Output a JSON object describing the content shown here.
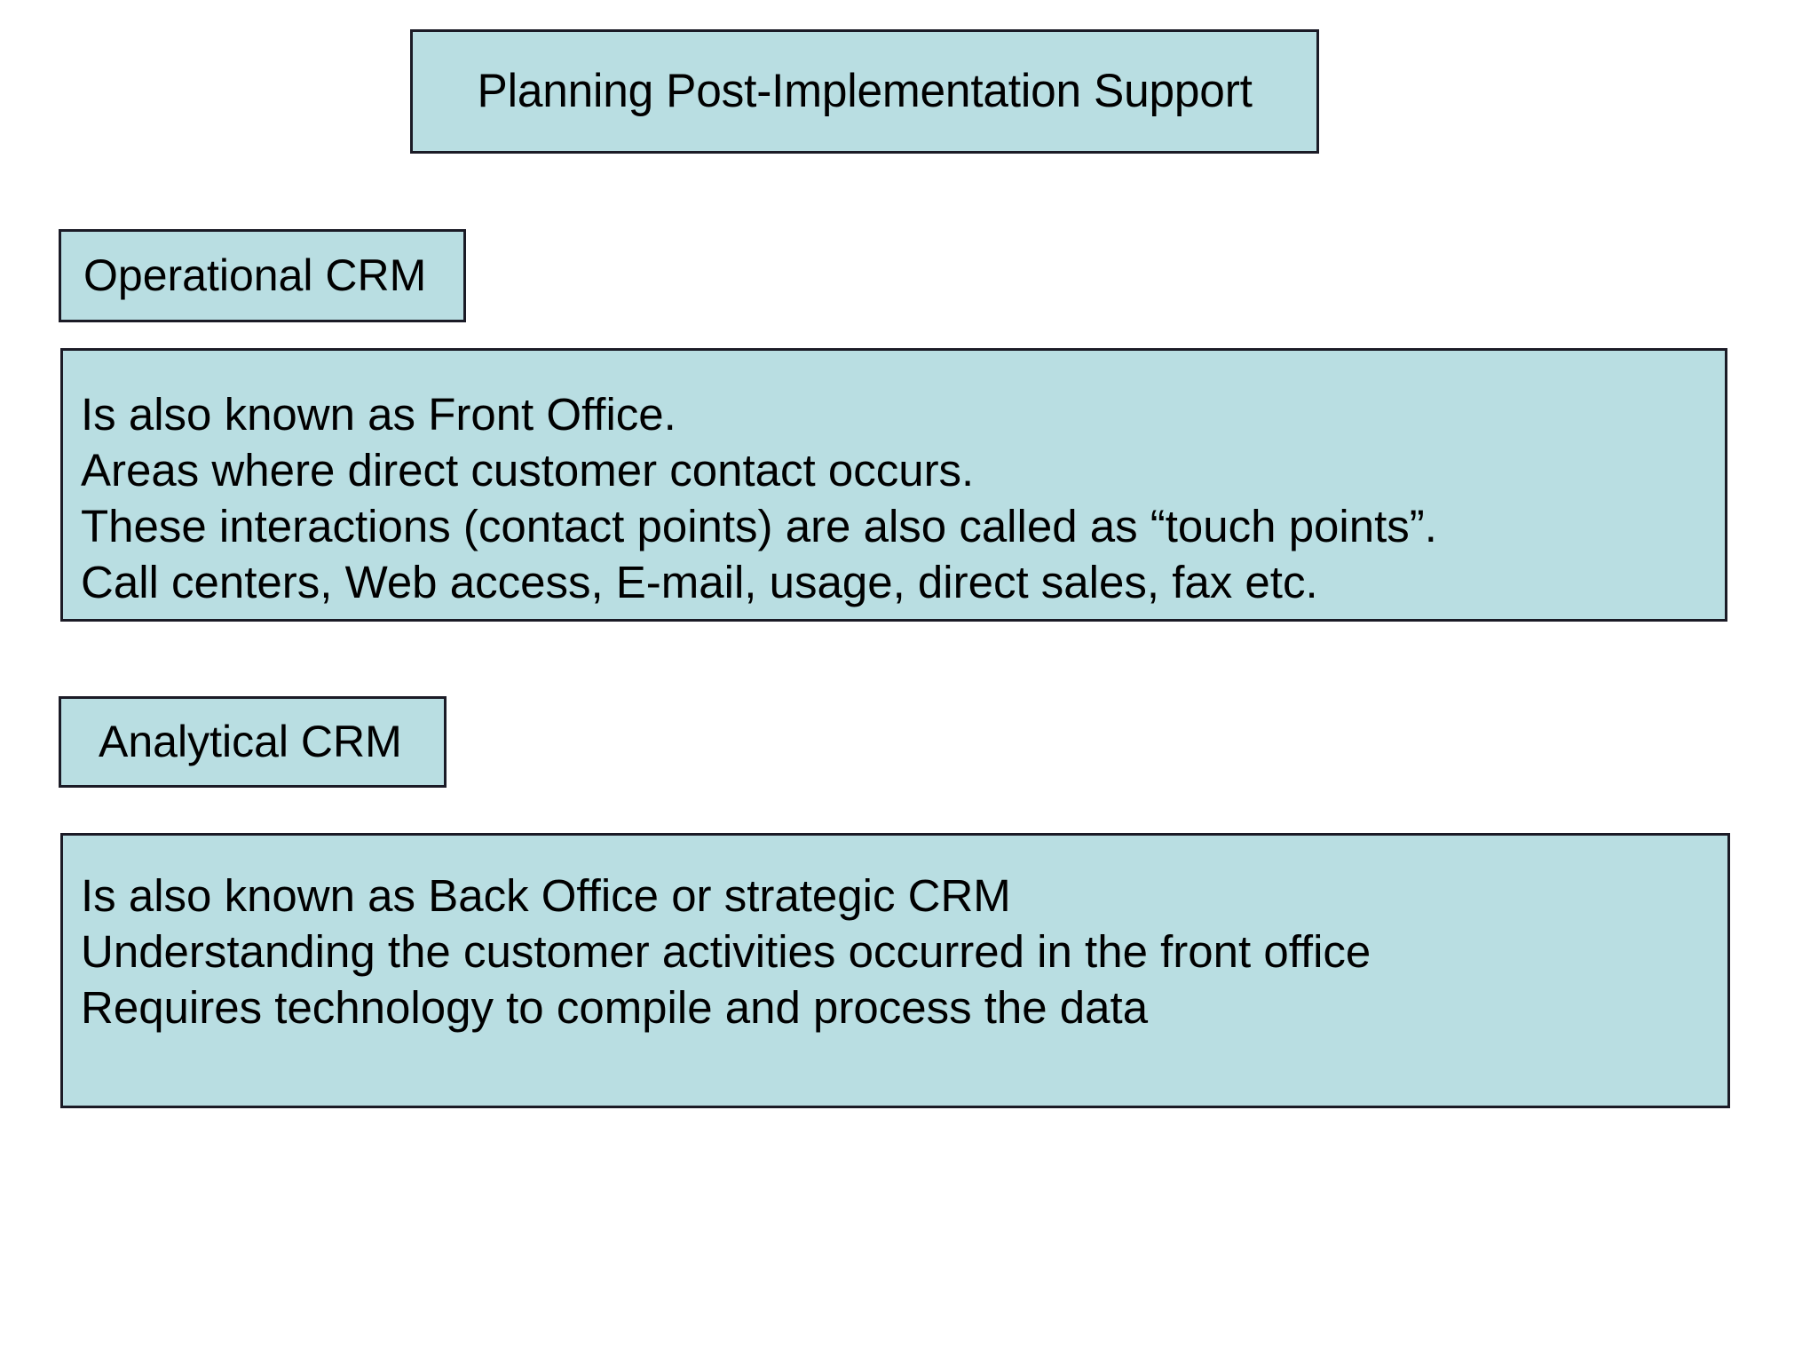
{
  "slide": {
    "background_color": "#ffffff",
    "box_fill_color": "#b9dee2",
    "box_border_color": "#1b1b26",
    "text_color": "#000000"
  },
  "title": {
    "text": "Planning Post-Implementation Support"
  },
  "sections": [
    {
      "label": "Operational CRM",
      "lines": [
        "Is also known as Front Office.",
        "Areas where direct customer contact occurs.",
        "These interactions (contact points) are also called as “touch points”.",
        "Call centers, Web access, E-mail, usage, direct sales, fax etc."
      ]
    },
    {
      "label": "Analytical CRM",
      "lines": [
        "Is also known as Back Office or strategic CRM",
        "Understanding the customer activities occurred in the front office",
        "Requires technology to compile and process the data"
      ]
    }
  ]
}
